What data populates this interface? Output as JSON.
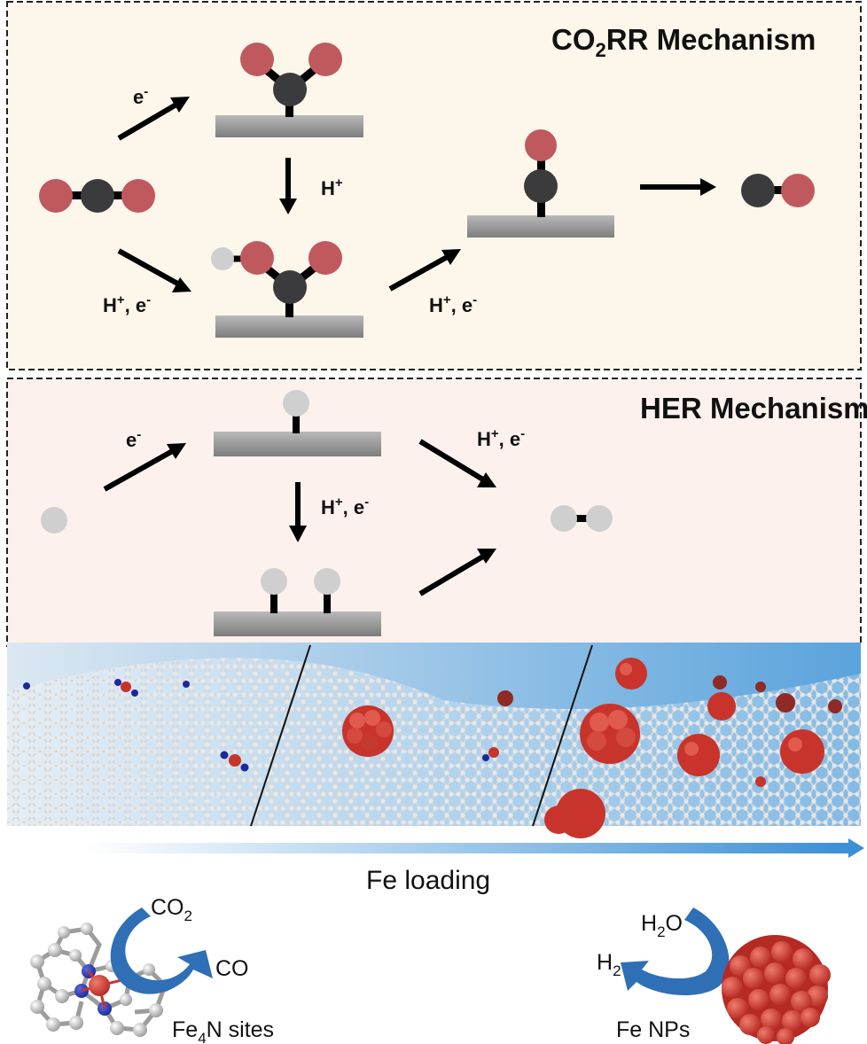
{
  "co2rr_panel": {
    "title_main": "CO",
    "title_sub": "2",
    "title_rest": "RR Mechanism",
    "label_e": "e",
    "label_e_sup": "-",
    "label_h": "H",
    "label_h_sup": "+",
    "label_he_left": "H",
    "label_he_left_sup": "+",
    "label_he_left_rest": ", e",
    "label_he_left_sup2": "-",
    "label_he_right": "H",
    "label_he_right_sup": "+",
    "label_he_right_rest": ", e",
    "label_he_right_sup2": "-"
  },
  "her_panel": {
    "title": "HER Mechanism",
    "label_e": "e",
    "label_e_sup": "-",
    "label_he_mid": "H",
    "label_he_mid_sup": "+",
    "label_he_mid_rest": ", e",
    "label_he_mid_sup2": "-",
    "label_he_top": "H",
    "label_he_top_sup": "+",
    "label_he_top_rest": ", e",
    "label_he_top_sup2": "-"
  },
  "bottom": {
    "axis_label": "Fe loading",
    "left_in": "CO",
    "left_in_sub": "2",
    "left_out": "CO",
    "left_site": "Fe",
    "left_site_sub": "4",
    "left_site_rest": "N sites",
    "right_in": "H",
    "right_in_sub": "2",
    "right_in_rest": "O",
    "right_out": "H",
    "right_out_sub": "2",
    "right_site": "Fe NPs"
  },
  "colors": {
    "oxygen": "#c0595e",
    "carbon": "#3b3b3d",
    "hydrogen": "#cfcfcf",
    "co2rr_bg": "#fdf6ea",
    "her_bg": "#fdf1ee",
    "accent_blue": "#2f6fb5",
    "fe_red": "#c8342b"
  }
}
